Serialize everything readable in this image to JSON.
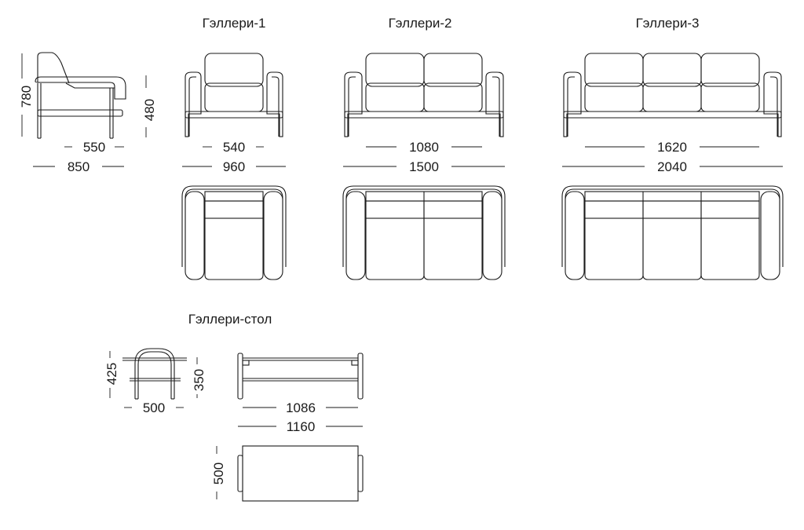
{
  "titles": {
    "galleri1": "Гэллери-1",
    "galleri2": "Гэллери-2",
    "galleri3": "Гэллери-3",
    "table": "Гэллери-стол"
  },
  "dimensions": {
    "side_height": "780",
    "side_depth_inner": "550",
    "side_depth": "850",
    "seat_height": "480",
    "g1_seat_width": "540",
    "g1_width": "960",
    "g2_seat_width": "1080",
    "g2_width": "1500",
    "g3_seat_width": "1620",
    "g3_width": "2040",
    "table_height": "425",
    "table_shelf_height": "350",
    "table_depth": "500",
    "table_inner_length": "1086",
    "table_length": "1160",
    "table_top_depth": "500"
  }
}
